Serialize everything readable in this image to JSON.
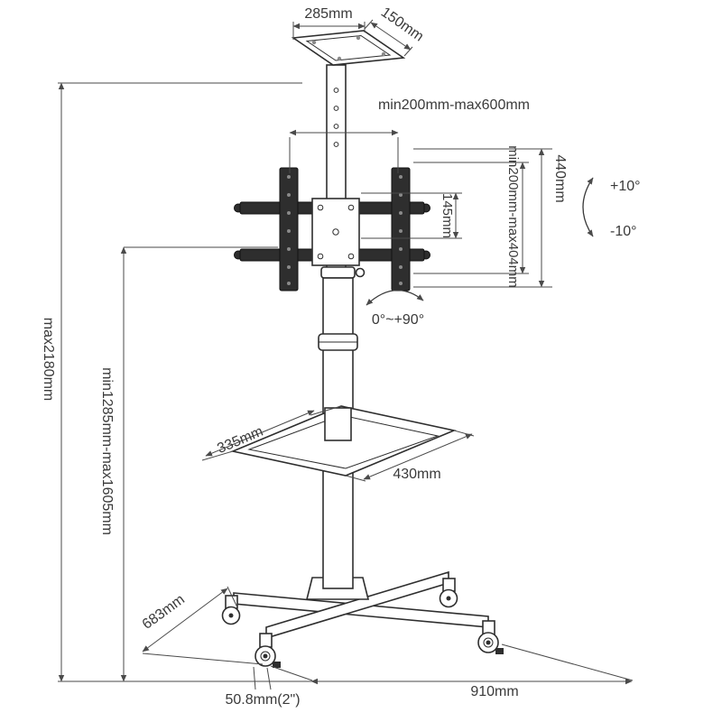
{
  "labels": {
    "top_plate_width": "285mm",
    "top_plate_depth": "150mm",
    "bracket_span": "min200mm-max600mm",
    "vesa_vertical_range": "min200mm-max404mm",
    "bracket_height": "440mm",
    "center_plate_height": "145mm",
    "tilt_up": "+10°",
    "tilt_down": "-10°",
    "swivel_range": "0°~+90°",
    "overall_height": "max2180mm",
    "column_height_range": "min1285mm-max1605mm",
    "shelf_depth": "335mm",
    "shelf_width": "430mm",
    "base_depth": "683mm",
    "caster_diameter": "50.8mm(2\")",
    "base_width": "910mm"
  },
  "colors": {
    "line": "#2e2e2e",
    "dimension": "#4a4a4a",
    "dark_fill": "#2e2e2e",
    "background": "#ffffff"
  }
}
